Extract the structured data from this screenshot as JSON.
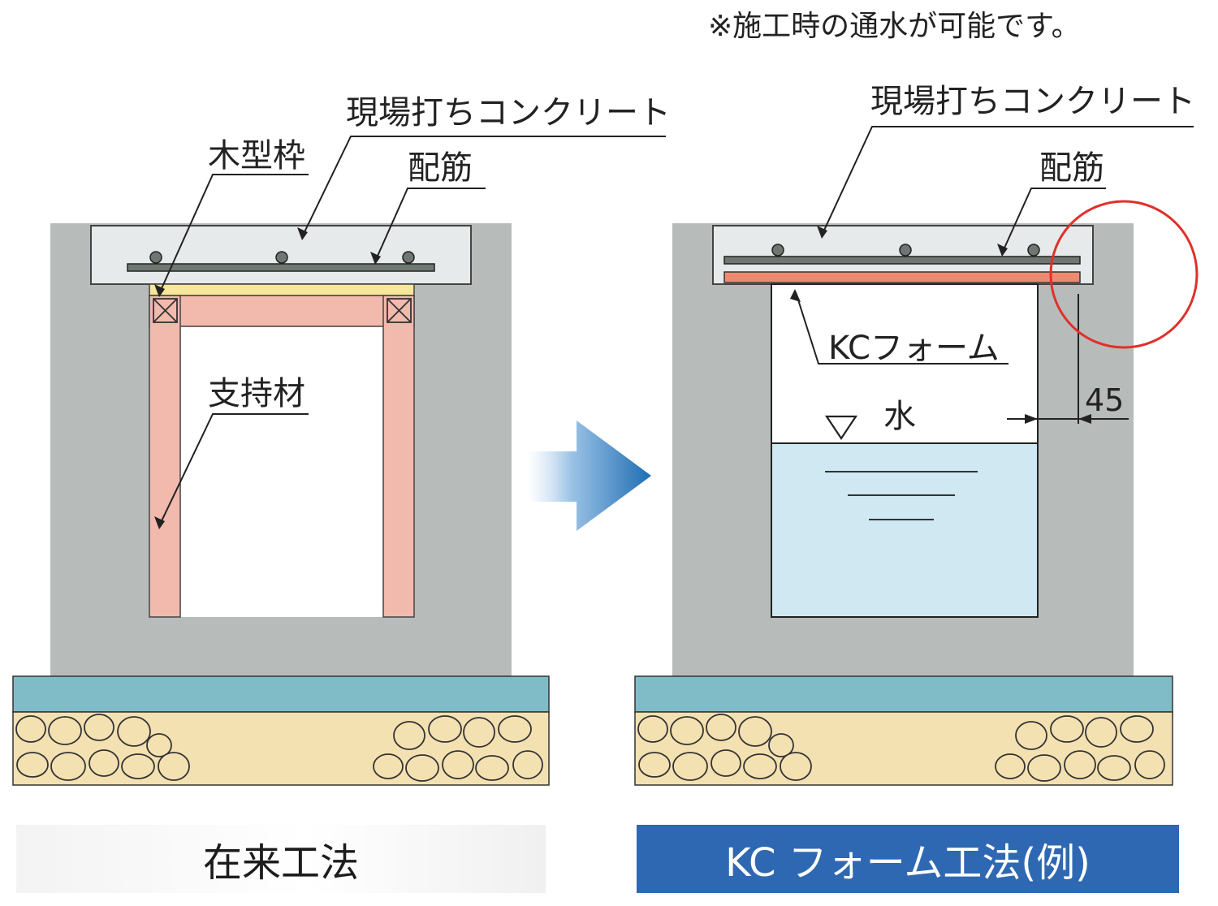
{
  "note": "※施工時の通水が可能です。",
  "left": {
    "concrete_label": "現場打ちコンクリート",
    "formwork_label": "木型枠",
    "rebar_label": "配筋",
    "support_label": "支持材",
    "caption": "在来工法"
  },
  "right": {
    "concrete_label": "現場打ちコンクリート",
    "rebar_label": "配筋",
    "kcfoam_label": "KCフォーム",
    "water_label": "水",
    "dimension_label": "45",
    "caption": "KC フォーム工法(例)"
  },
  "colors": {
    "concrete": "#b7bcbb",
    "slab": "#e6eaea",
    "wood": "#f2b9ad",
    "wood_top": "#f6e79a",
    "kcfoam": "#ef8a72",
    "water": "#cfe8f2",
    "base_layer": "#7fbcc8",
    "gravel": "#f4e1b2",
    "arrow": "#1e6db3",
    "highlight_circle": "#e0302a"
  }
}
